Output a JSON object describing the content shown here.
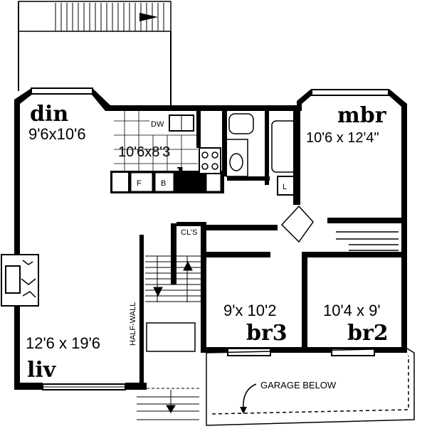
{
  "rooms": {
    "din": {
      "name": "din",
      "dims": "9'6x10'6"
    },
    "kitchen": {
      "name": "k",
      "dims": "10'6x8'3"
    },
    "mbr": {
      "name": "mbr",
      "dims": "10'6 x 12'4\""
    },
    "br3": {
      "name": "br3",
      "dims": "9'x 10'2"
    },
    "br2": {
      "name": "br2",
      "dims": "10'4 x 9'"
    },
    "liv": {
      "name": "liv",
      "dims": "12'6 x 19'6"
    }
  },
  "labels": {
    "dishwasher": "DW",
    "fridge": "F",
    "broom": "B",
    "linen": "L",
    "closet": "CL'S",
    "half_wall": "HALF-WALL",
    "garage": "GARAGE BELOW"
  }
}
